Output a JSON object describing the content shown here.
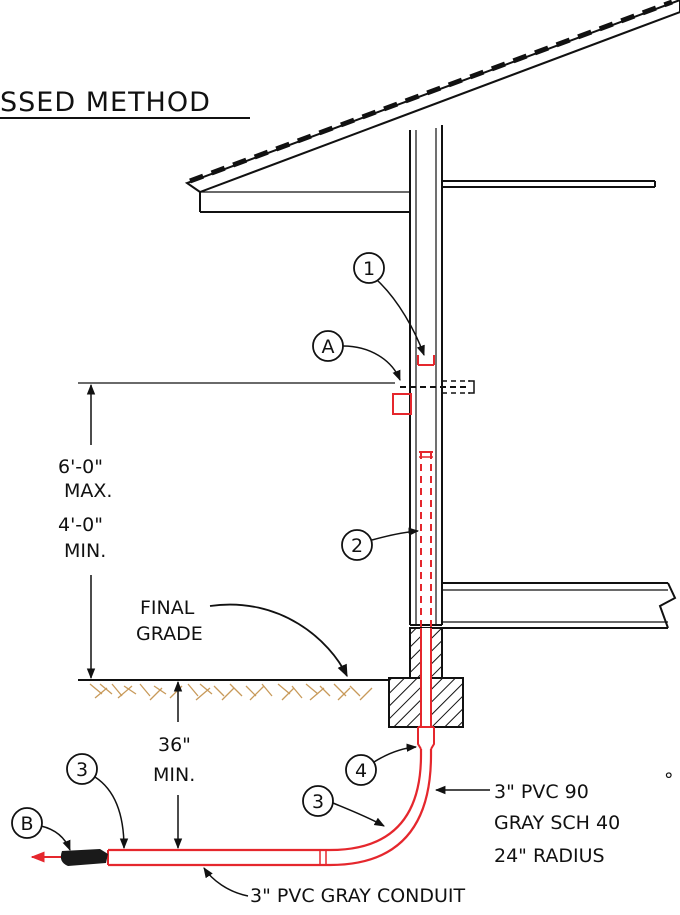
{
  "title": "SSED  METHOD",
  "dimensions": {
    "max": "6'-0\"",
    "max_word": "MAX.",
    "min": "4'-0\"",
    "min_word": "MIN.",
    "depth": "36\"",
    "depth_word": "MIN."
  },
  "labels": {
    "final_grade_1": "FINAL",
    "final_grade_2": "GRADE",
    "elbow_1": "3\"  PVC  90",
    "elbow_degree": "°",
    "elbow_2": "GRAY  SCH  40",
    "elbow_3": "24\"  RADIUS",
    "conduit": "3\"  PVC  GRAY  CONDUIT"
  },
  "callouts": {
    "c1": "1",
    "cA": "A",
    "c2": "2",
    "c3a": "3",
    "c3b": "3",
    "c4": "4",
    "cB": "B"
  },
  "colors": {
    "line": "#111111",
    "conduit": "#e5272d",
    "soil": "#c89a5a"
  }
}
